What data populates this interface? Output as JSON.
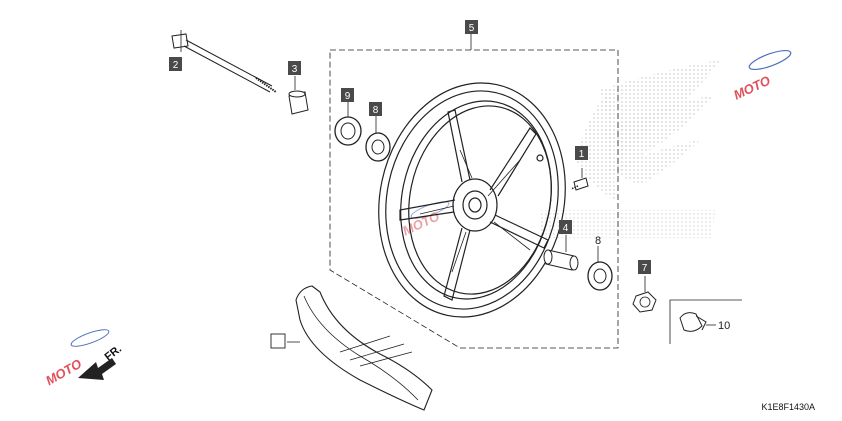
{
  "diagram": {
    "reference_code": "K1E8F1430A",
    "front_marker": "FR.",
    "watermark_text": "MOTO",
    "callouts": [
      {
        "id": "callout-1",
        "label": "1",
        "boxed": true
      },
      {
        "id": "callout-2",
        "label": "2",
        "boxed": true
      },
      {
        "id": "callout-3",
        "label": "3",
        "boxed": true
      },
      {
        "id": "callout-4",
        "label": "4",
        "boxed": true
      },
      {
        "id": "callout-5",
        "label": "5",
        "boxed": true
      },
      {
        "id": "callout-7",
        "label": "7",
        "boxed": true
      },
      {
        "id": "callout-8a",
        "label": "8",
        "boxed": true
      },
      {
        "id": "callout-8b",
        "label": "8",
        "boxed": false
      },
      {
        "id": "callout-9",
        "label": "9",
        "boxed": true
      },
      {
        "id": "callout-10",
        "label": "10",
        "boxed": false
      }
    ],
    "colors": {
      "line": "#222222",
      "label_box": "#4a4a4a",
      "label_text": "#ffffff",
      "watermark_red": "#e0505a",
      "watermark_blue": "#4a6fc0",
      "logo_dots": "#bfbfbf"
    }
  }
}
